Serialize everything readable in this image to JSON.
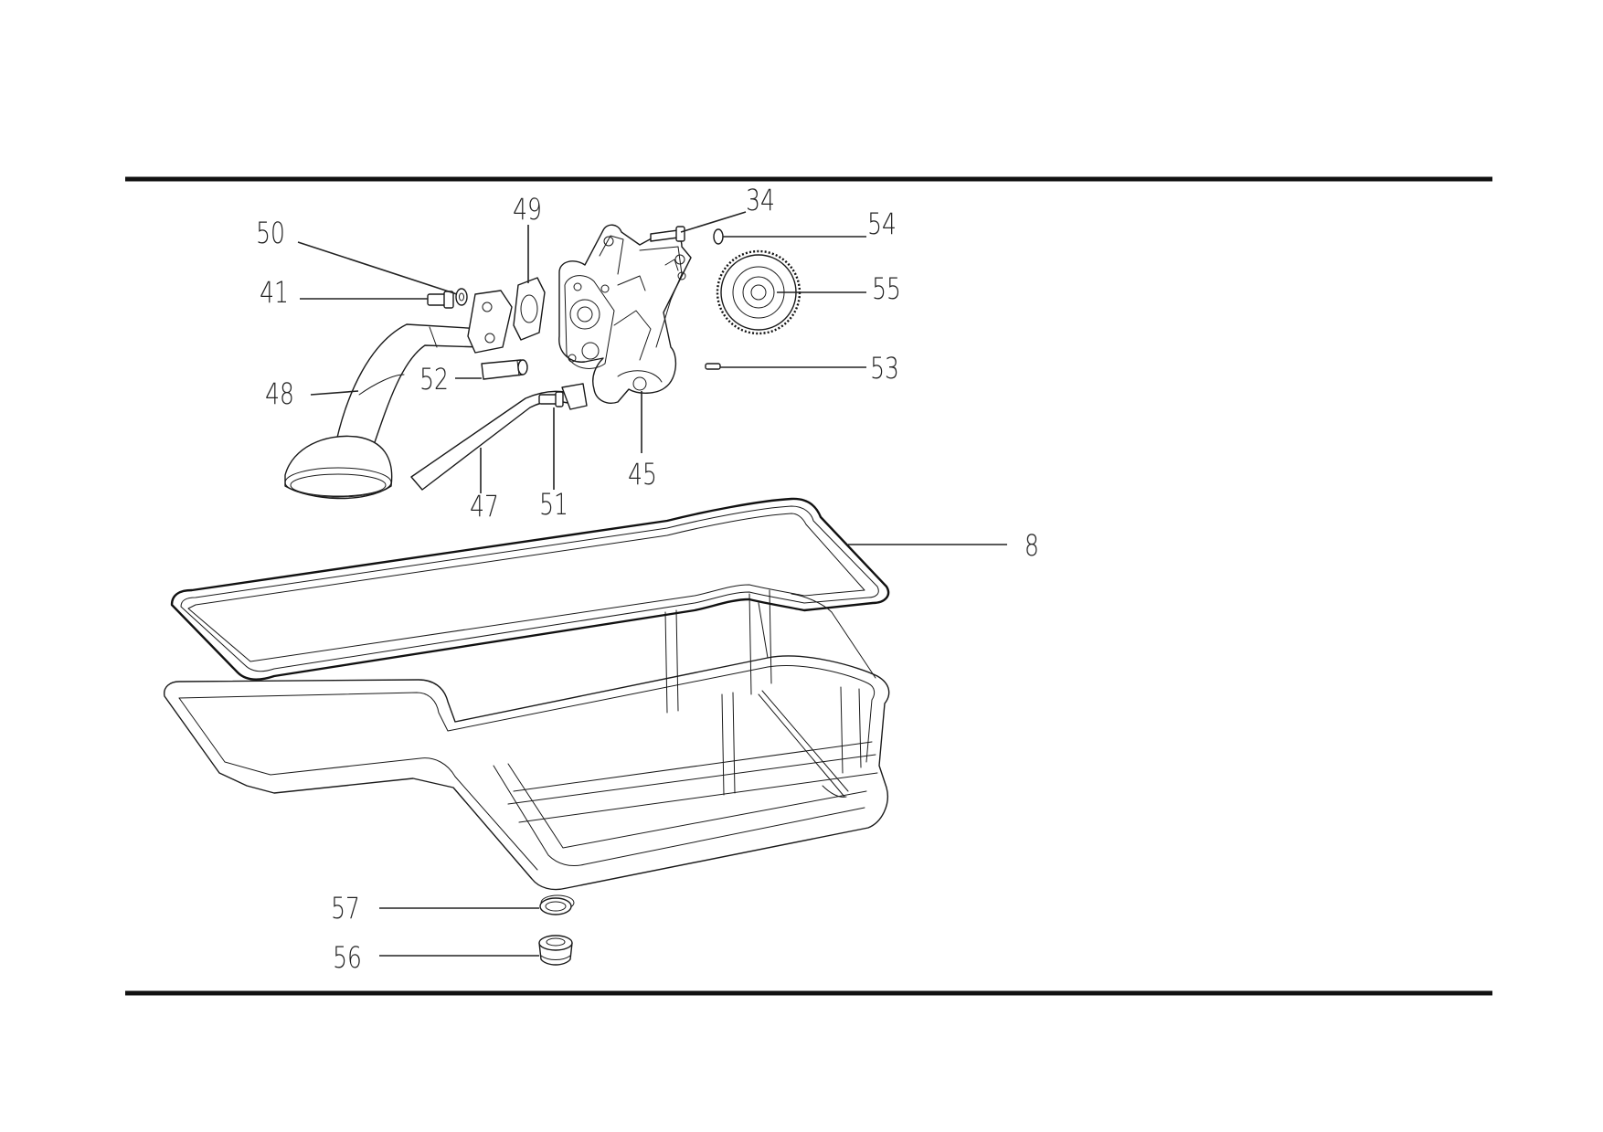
{
  "callouts": [
    {
      "id": "34",
      "label": "34"
    },
    {
      "id": "49",
      "label": "49"
    },
    {
      "id": "54",
      "label": "54"
    },
    {
      "id": "50",
      "label": "50"
    },
    {
      "id": "55",
      "label": "55"
    },
    {
      "id": "41",
      "label": "41"
    },
    {
      "id": "53",
      "label": "53"
    },
    {
      "id": "52",
      "label": "52"
    },
    {
      "id": "48",
      "label": "48"
    },
    {
      "id": "45",
      "label": "45"
    },
    {
      "id": "47",
      "label": "47"
    },
    {
      "id": "51",
      "label": "51"
    },
    {
      "id": "8",
      "label": "8"
    },
    {
      "id": "57",
      "label": "57"
    },
    {
      "id": "56",
      "label": "56"
    }
  ]
}
